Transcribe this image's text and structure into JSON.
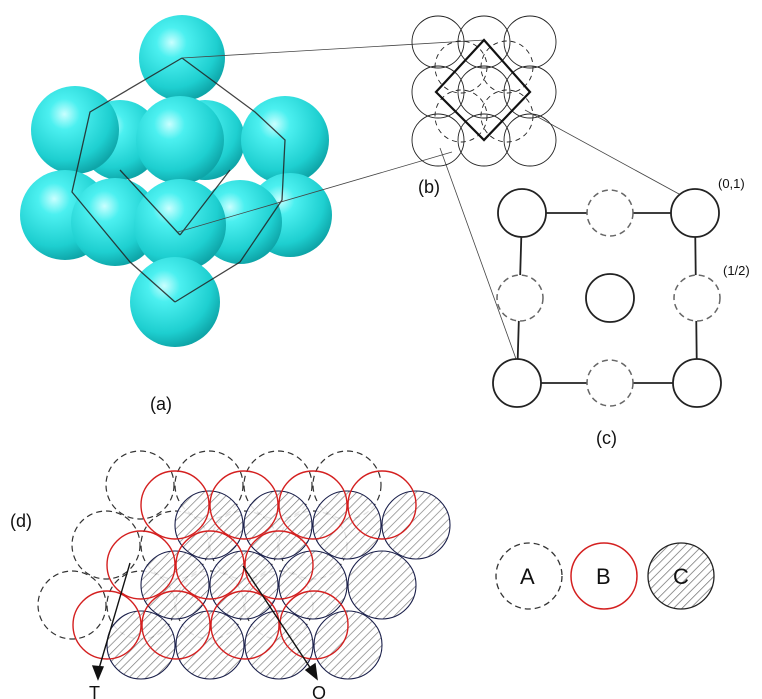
{
  "panels": {
    "a": "(a)",
    "b": "(b)",
    "c": "(c)",
    "d": "(d)"
  },
  "panel_c": {
    "corner_label": "(0,1)",
    "edge_label": "(1/2)"
  },
  "panel_d": {
    "site_T": "T",
    "site_O": "O"
  },
  "legend": {
    "layer_a": "A",
    "layer_b": "B",
    "layer_c": "C"
  },
  "colors": {
    "sphere": "#29e3e3",
    "layer_b_outline": "#d42020",
    "layer_c_outline": "#1a1f4a",
    "hatch": "#555555"
  }
}
